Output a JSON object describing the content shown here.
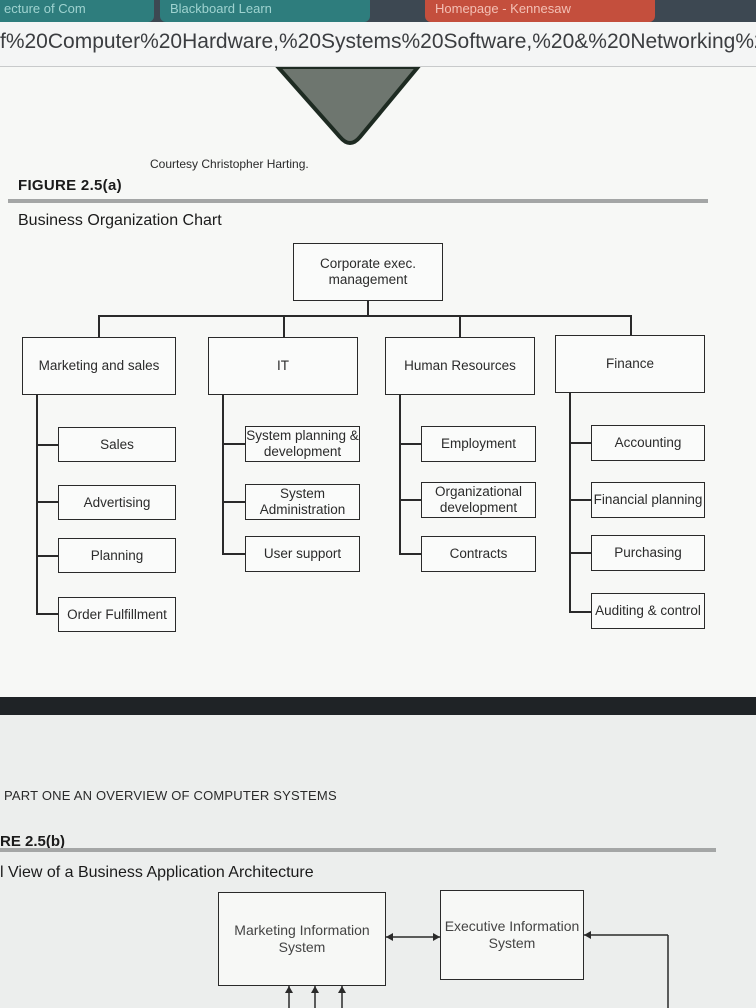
{
  "browser": {
    "tabs": [
      {
        "label": "ecture of Com"
      },
      {
        "label": "Blackboard Learn"
      },
      {
        "label": "Homepage - Kennesaw"
      }
    ],
    "url": "f%20Computer%20Hardware,%20Systems%20Software,%20&%20Networking%20An%2"
  },
  "document": {
    "courtesy": "Courtesy Christopher Harting.",
    "figure_a_label": "FIGURE 2.5(a)",
    "figure_a_title": "Business Organization Chart",
    "org_chart": {
      "root": "Corporate exec. management",
      "departments": [
        {
          "name": "Marketing and sales",
          "children": [
            "Sales",
            "Advertising",
            "Planning",
            "Order Fulfillment"
          ]
        },
        {
          "name": "IT",
          "children": [
            "System planning & development",
            "System Administration",
            "User support"
          ]
        },
        {
          "name": "Human Resources",
          "children": [
            "Employment",
            "Organizational development",
            "Contracts"
          ]
        },
        {
          "name": "Finance",
          "children": [
            "Accounting",
            "Financial planning",
            "Purchasing",
            "Auditing & control"
          ]
        }
      ]
    },
    "part_heading": "PART ONE   AN OVERVIEW OF COMPUTER SYSTEMS",
    "figure_b_label": "RE 2.5(b)",
    "figure_b_title": "l View of a Business Application Architecture",
    "architecture": {
      "systems": [
        "Marketing Information System",
        "Executive Information System"
      ]
    }
  }
}
